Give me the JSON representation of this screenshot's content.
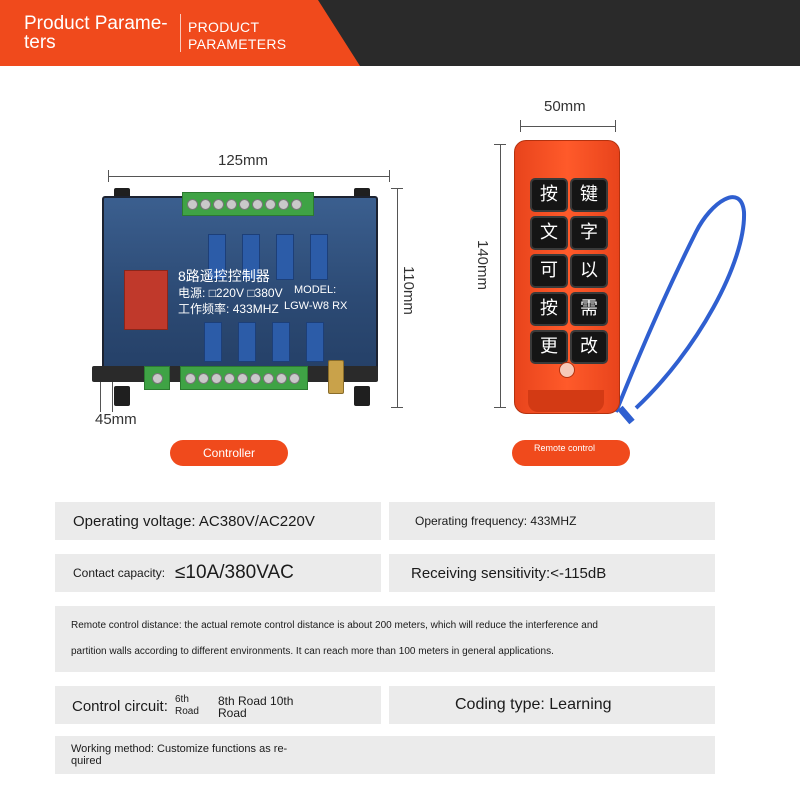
{
  "header": {
    "title": "Product Parameters",
    "title_line1": "Product Parame-",
    "title_line2": "ters",
    "subtitle_line1": "PRODUCT",
    "subtitle_line2": "PARAMETERS"
  },
  "controller": {
    "width_label": "125mm",
    "height_label": "110mm",
    "depth_label": "45mm",
    "board_title": "8路遥控控制器",
    "power_line": "电源:",
    "power_opt1": "□220V",
    "power_opt2": "□380V",
    "model_label": "MODEL:",
    "freq_line": "工作频率:",
    "freq_value": "433MHZ",
    "model_value": "LGW-W8 RX",
    "caption": "Controller"
  },
  "remote": {
    "width_label": "50mm",
    "height_label": "140mm",
    "keys": [
      "按",
      "键",
      "文",
      "字",
      "可",
      "以",
      "按",
      "需",
      "更",
      "改"
    ],
    "caption": "Remote control"
  },
  "specs": {
    "operating_voltage": "Operating voltage: AC380V/AC220V",
    "operating_frequency": "Operating frequency: 433MHZ",
    "contact_capacity_label": "Contact capacity:",
    "contact_capacity_value": "≤10A/380VAC",
    "receiving_sensitivity": "Receiving sensitivity:<-115dB",
    "distance_line1": "Remote control distance: the actual remote control distance is about 200 meters, which will reduce the interference and",
    "distance_line2": "partition walls according to different environments. It can reach more than 100 meters in general applications.",
    "control_circuit_label": "Control circuit:",
    "control_circuit_6th_a": "6th",
    "control_circuit_6th_b": "Road",
    "control_circuit_8_10_a": "8th Road 10th",
    "control_circuit_8_10_b": "Road",
    "coding_type": "Coding type: Learning",
    "working_method_line1": "Working method: Customize functions as re-",
    "working_method_line2": "quired"
  },
  "colors": {
    "accent": "#f04a1c",
    "header_dark": "#2a2a2a",
    "box_bg": "#ebebeb"
  }
}
